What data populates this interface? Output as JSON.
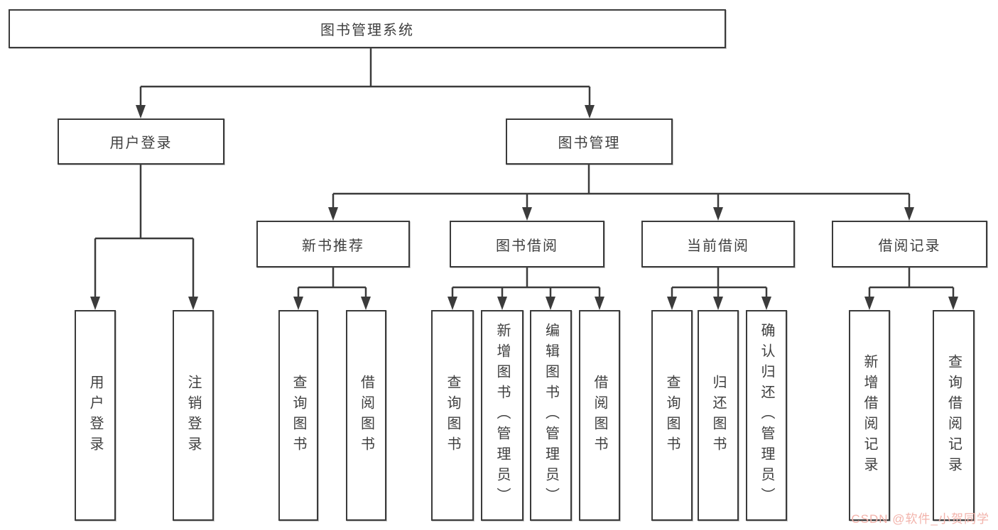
{
  "diagram": {
    "colors": {
      "line": "#3b3b3b",
      "box_border": "#3b3b3b",
      "text": "#3f3f3f",
      "background": "#ffffff",
      "watermark": "#f2b3ab"
    },
    "root": {
      "label": "图书管理系统"
    },
    "branches": [
      {
        "label": "用户登录",
        "children": [
          {
            "label": "用户登录"
          },
          {
            "label": "注销登录"
          }
        ]
      },
      {
        "label": "图书管理",
        "children": [
          {
            "label": "新书推荐",
            "children": [
              {
                "label": "查询图书"
              },
              {
                "label": "借阅图书"
              }
            ]
          },
          {
            "label": "图书借阅",
            "children": [
              {
                "label": "查询图书"
              },
              {
                "label": "新增图书（管理员）"
              },
              {
                "label": "编辑图书（管理员）"
              },
              {
                "label": "借阅图书"
              }
            ]
          },
          {
            "label": "当前借阅",
            "children": [
              {
                "label": "查询图书"
              },
              {
                "label": "归还图书"
              },
              {
                "label": "确认归还（管理员）"
              }
            ]
          },
          {
            "label": "借阅记录",
            "children": [
              {
                "label": "新增借阅记录"
              },
              {
                "label": "查询借阅记录"
              }
            ]
          }
        ]
      }
    ],
    "watermark": "CSDN @软件_小贺同学"
  }
}
